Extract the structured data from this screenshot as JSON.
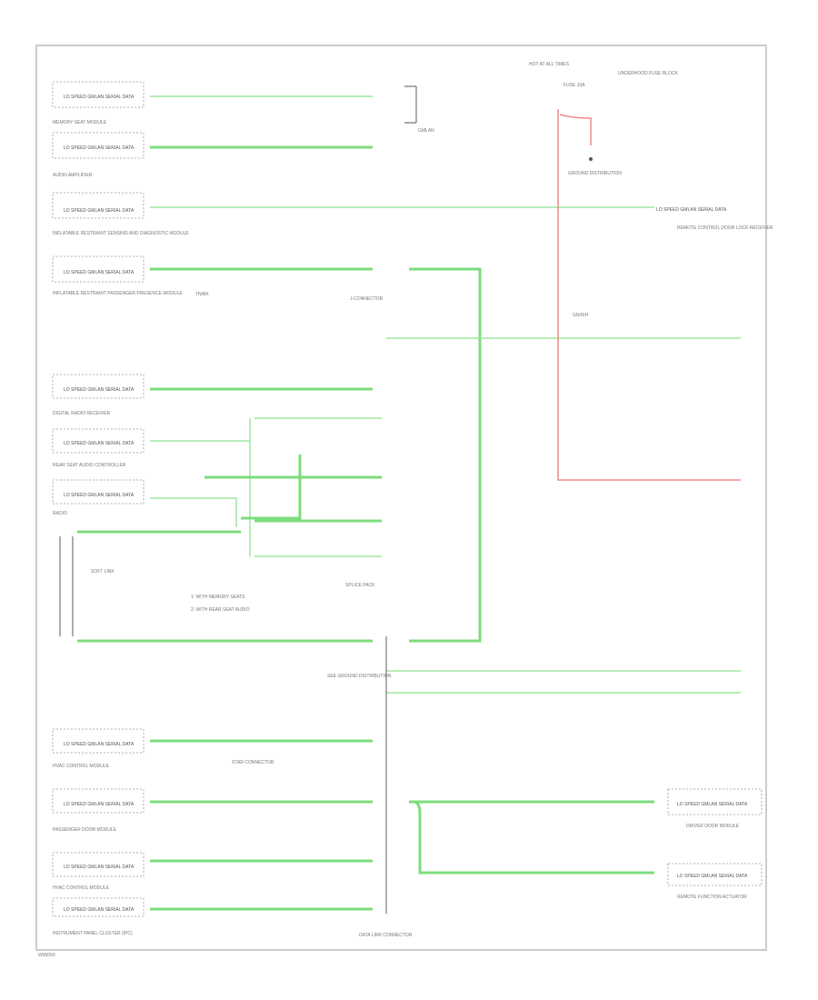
{
  "diagram": {
    "title": "Data Communications Wiring Diagram",
    "footer_code": "W00000",
    "modules_left": [
      {
        "box": "LO SPEED GMLAN SERIAL DATA",
        "name": "MEMORY SEAT MODULE"
      },
      {
        "box": "LO SPEED GMLAN SERIAL DATA",
        "name": "AUDIO AMPLIFIER"
      },
      {
        "box": "LO SPEED GMLAN SERIAL DATA",
        "name": "INFLATABLE RESTRAINT SENSING AND DIAGNOSTIC MODULE"
      },
      {
        "box": "LO SPEED GMLAN SERIAL DATA",
        "name": "INFLATABLE RESTRAINT PASSENGER PRESENCE MODULE"
      },
      {
        "box": "LO SPEED GMLAN SERIAL DATA",
        "name": "DIGITAL RADIO RECEIVER"
      },
      {
        "box": "LO SPEED GMLAN SERIAL DATA",
        "name": "REAR SEAT AUDIO CONTROLLER"
      },
      {
        "box": "LO SPEED GMLAN SERIAL DATA",
        "name": "RADIO"
      },
      {
        "box": "LO SPEED GMLAN SERIAL DATA",
        "name": "HVAC CONTROL MODULE"
      },
      {
        "box": "LO SPEED GMLAN SERIAL DATA",
        "name": "PASSENGER DOOR MODULE"
      },
      {
        "box": "LO SPEED GMLAN SERIAL DATA",
        "name": "HVAC CONTROL MODULE"
      },
      {
        "box": "LO SPEED GMLAN SERIAL DATA",
        "name": "INSTRUMENT PANEL CLUSTER (IPC)"
      }
    ],
    "modules_right": [
      {
        "box": "LO SPEED GMLAN SERIAL DATA",
        "name": "REMOTE CONTROL DOOR LOCK RECEIVER"
      },
      {
        "box": "LO SPEED GMLAN SERIAL DATA",
        "name": "DRIVER DOOR MODULE"
      },
      {
        "box": "LO SPEED GMLAN SERIAL DATA",
        "name": "REMOTE FUNCTION ACTUATOR"
      }
    ],
    "wire_colors": {
      "data": "TN/BK",
      "splice": "GN/WH"
    },
    "splices": [
      "SPLICE PACK",
      "J-CONNECTOR",
      "DATA LINK CONNECTOR",
      "STAR CONNECTOR"
    ],
    "fuse": {
      "label": "HOT AT ALL TIMES",
      "fuse_name": "FUSE 10A",
      "block": "UNDERHOOD FUSE BLOCK"
    },
    "ground": "GROUND DISTRIBUTION",
    "notes": [
      "1: WITH MEMORY SEATS",
      "2: WITH REAR SEAT AUDIO"
    ],
    "page_refs": [
      "GMLAN",
      "SOFT LINK",
      "SEE GROUND DISTRIBUTION"
    ],
    "colors": {
      "green": "#7cdc7c",
      "red": "#f08a8a",
      "border": "#bbbbbb"
    }
  }
}
